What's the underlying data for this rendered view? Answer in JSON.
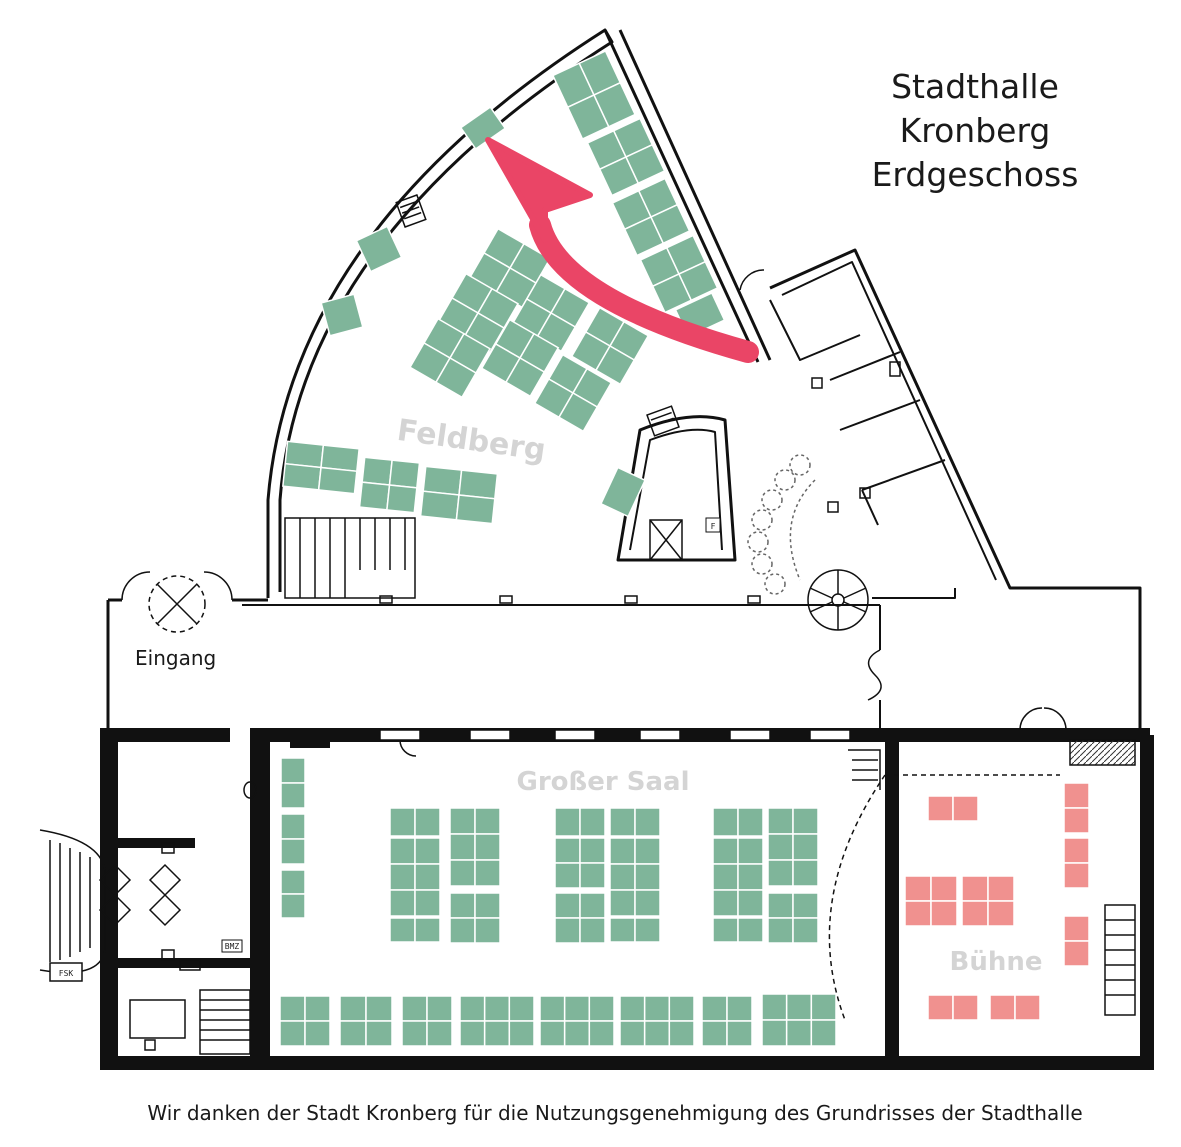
{
  "title": {
    "lines": [
      "Stadthalle",
      "Kronberg",
      "Erdgeschoss"
    ]
  },
  "rooms": {
    "feldberg": "Feldberg",
    "grosser_saal": "Großer Saal",
    "buehne": "Bühne"
  },
  "entrance": "Eingang",
  "plan_markers": {
    "fsk": "FSK",
    "bmz": "BMZ",
    "f": "F"
  },
  "credit": "Wir danken der Stadt Kronberg für die Nutzungsgenehmigung des Grundrisses der Stadthalle",
  "colors": {
    "table_fill": "#7fb59a",
    "table_stroke": "#ffffff",
    "stage_table_fill": "#f0918f",
    "arrow": "#ea4566",
    "wall": "#111111",
    "room_label": "#d4d4d4"
  }
}
